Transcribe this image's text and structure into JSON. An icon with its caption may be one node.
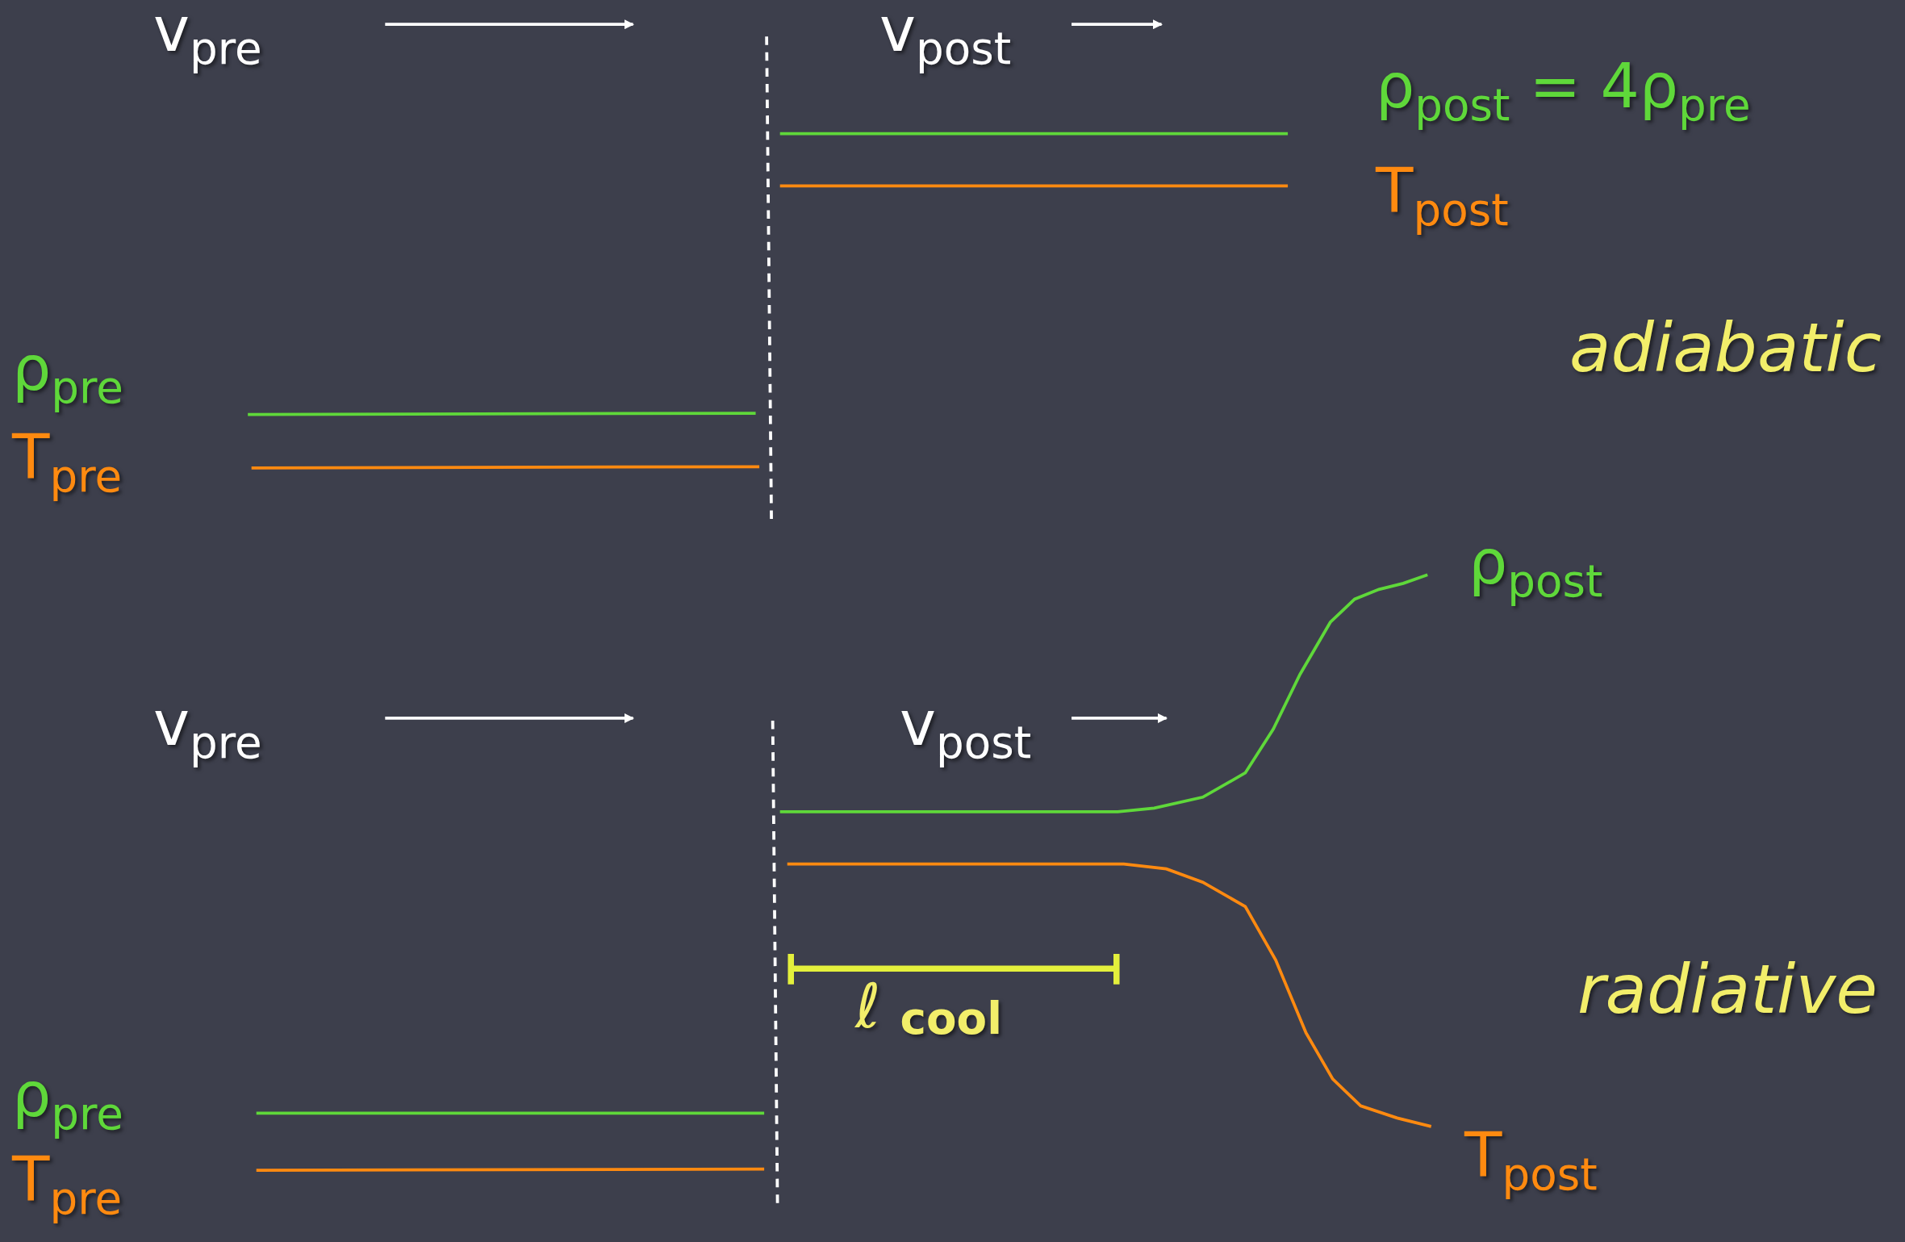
{
  "diagram": {
    "labels": [
      "v$_{pre}$",
      "v$_{post}$",
      "ρ$_{post}$ = 4ρ$_{pre}$",
      "T$_{post}$",
      "adiabatic",
      "ρ$_{pre}$",
      "T$_{pre}$",
      "ρ$_{post}$",
      "v$_{pre}$",
      "v$_{post}$",
      "ℓ $_{cool}$",
      "radiative",
      "ρ$_{pre}$",
      "T$_{pre}$",
      "T$_{post}$"
    ]
  }
}
